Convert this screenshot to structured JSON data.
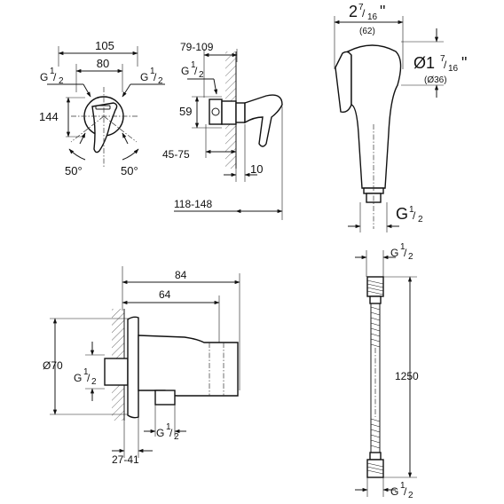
{
  "view1": {
    "dim_105": "105",
    "dim_80": "80",
    "dim_144": "144",
    "angle_left": "50°",
    "angle_right": "50°",
    "thread_left": {
      "base": "G",
      "num": "1",
      "den": "2"
    },
    "thread_right": {
      "base": "G",
      "num": "1",
      "den": "2"
    }
  },
  "view2": {
    "dim_79_109": "79-109",
    "dim_59": "59",
    "dim_45_75": "45-75",
    "dim_10": "10",
    "dim_118_148": "118-148",
    "thread": {
      "base": "G",
      "num": "1",
      "den": "2"
    }
  },
  "view3": {
    "width_whole": "2",
    "width_num": "7",
    "width_den": "16",
    "width_unit": "\"",
    "width_mm": "(62)",
    "dia_prefix": "Ø1",
    "dia_num": "7",
    "dia_den": "16",
    "dia_unit": "\"",
    "dia_mm": "(Ø36)",
    "thread": {
      "base": "G",
      "num": "1",
      "den": "2"
    }
  },
  "view4": {
    "dim_84": "84",
    "dim_64": "64",
    "dim_d70": "Ø70",
    "dim_27_41": "27-41",
    "thread_left": {
      "base": "G",
      "num": "1",
      "den": "2"
    },
    "thread_bottom": {
      "base": "G",
      "num": "1",
      "den": "2"
    }
  },
  "view5": {
    "dim_1250": "1250",
    "thread_top": {
      "base": "G",
      "num": "1",
      "den": "2"
    },
    "thread_bottom": {
      "base": "G",
      "num": "1",
      "den": "2"
    }
  }
}
